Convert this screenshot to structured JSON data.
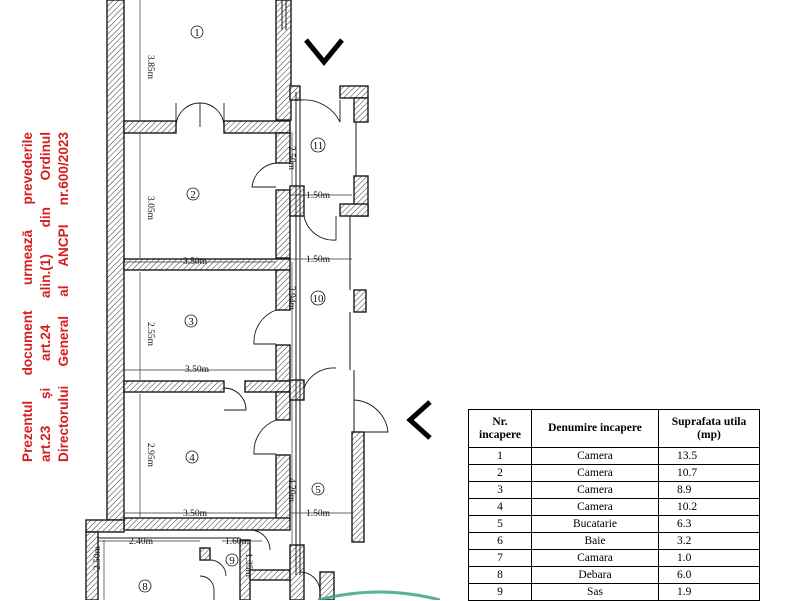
{
  "stamp_lines": [
    "Prezentul document urmează prevederile",
    "art.23 și art.24 alin.(1) din Ordinul",
    "Directorului General al ANCPI nr.600/2023"
  ],
  "rooms": [
    {
      "id": "1",
      "label": "1"
    },
    {
      "id": "2",
      "label": "2"
    },
    {
      "id": "3",
      "label": "3"
    },
    {
      "id": "4",
      "label": "4"
    },
    {
      "id": "5",
      "label": "5"
    },
    {
      "id": "8",
      "label": "8"
    },
    {
      "id": "9",
      "label": "9"
    },
    {
      "id": "10",
      "label": "10"
    },
    {
      "id": "11",
      "label": "11"
    }
  ],
  "dimensions": {
    "room1_height": "3.85m",
    "room2_height": "3.05m",
    "room3_height": "2.55m",
    "room4_height": "2.95m",
    "room2_width": "3.50m",
    "room3_width": "3.50m",
    "room4_width": "3.50m",
    "room11_height": "2.50m",
    "room11_width": "1.50m",
    "room10_width": "1.50m",
    "room10_height": "3.94m",
    "room5_height": "4.20m",
    "room5_width": "1.50m",
    "room8_width": "2.40m",
    "room8_height": "2.50m",
    "room9_width": "1.60m",
    "room9_height": "1.35m"
  },
  "table": {
    "headers": [
      "Nr. incapere",
      "Denumire incapere",
      "Suprafata utila (mp)"
    ],
    "rows": [
      {
        "nr": "1",
        "name": "Camera",
        "area": "13.5"
      },
      {
        "nr": "2",
        "name": "Camera",
        "area": "10.7"
      },
      {
        "nr": "3",
        "name": "Camera",
        "area": "8.9"
      },
      {
        "nr": "4",
        "name": "Camera",
        "area": "10.2"
      },
      {
        "nr": "5",
        "name": "Bucatarie",
        "area": "6.3"
      },
      {
        "nr": "6",
        "name": "Baie",
        "area": "3.2"
      },
      {
        "nr": "7",
        "name": "Camara",
        "area": "1.0"
      },
      {
        "nr": "8",
        "name": "Debara",
        "area": "6.0"
      },
      {
        "nr": "9",
        "name": "Sas",
        "area": "1.9"
      }
    ]
  },
  "colors": {
    "stamp": "#d51f1f",
    "ink": "#1a1a1a",
    "watermark": "#3aa77a"
  }
}
